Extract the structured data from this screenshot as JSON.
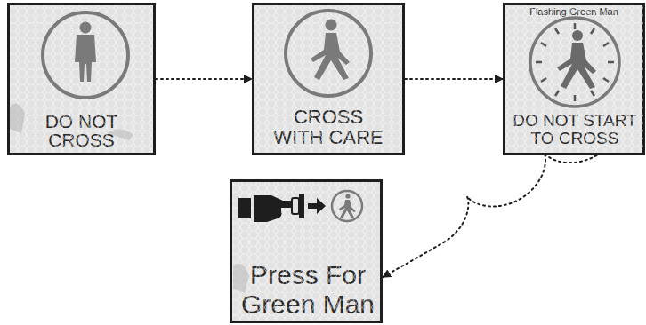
{
  "diagram": {
    "nodes": [
      {
        "text": [
          "DO NOT CROSS"
        ]
      },
      {
        "text": [
          "CROSS WITH CARE"
        ]
      },
      {
        "text": [
          "Flashing Green Man",
          "DO NOT START TO CROSS"
        ]
      },
      {
        "text": [
          "Press For Green Man"
        ]
      }
    ],
    "edges": [
      {
        "from": 0,
        "to": 1,
        "arrow": "to"
      },
      {
        "from": 1,
        "to": 2,
        "arrow": "to"
      },
      {
        "from": 2,
        "to": 3,
        "arrow": "to"
      }
    ]
  }
}
